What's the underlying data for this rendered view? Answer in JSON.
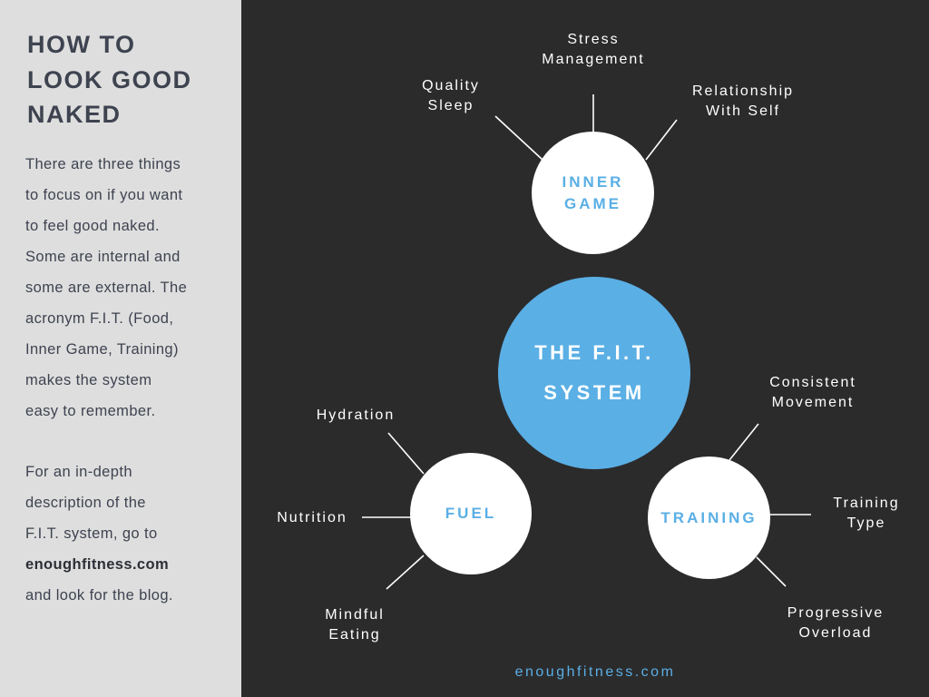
{
  "sidebar": {
    "title_lines": [
      "HOW TO",
      "LOOK GOOD",
      "NAKED"
    ],
    "intro_lines": [
      "There are three things",
      "to focus on if you want",
      "to feel good naked.",
      "Some are internal and",
      "some are external. The",
      "acronym F.I.T. (Food,",
      "Inner Game, Training)",
      "makes the system",
      "easy to remember."
    ],
    "cta_lines": [
      "For an in-depth",
      "description of the",
      "F.I.T. system, go to"
    ],
    "cta_link": "enoughfitness.com",
    "cta_end": "and look for the blog."
  },
  "diagram": {
    "center": {
      "line1": "THE F.I.T.",
      "line2": "SYSTEM"
    },
    "inner_game": {
      "line1": "INNER",
      "line2": "GAME",
      "quality_sleep": [
        "Quality",
        "Sleep"
      ],
      "stress_management": [
        "Stress",
        "Management"
      ],
      "relationship_with_self": [
        "Relationship",
        "With Self"
      ]
    },
    "fuel": {
      "label": "FUEL",
      "hydration": "Hydration",
      "nutrition": "Nutrition",
      "mindful_eating": [
        "Mindful",
        "Eating"
      ]
    },
    "training": {
      "label": "TRAINING",
      "consistent_movement": [
        "Consistent",
        "Movement"
      ],
      "training_type": [
        "Training",
        "Type"
      ],
      "progressive_overload": [
        "Progressive",
        "Overload"
      ]
    },
    "colors": {
      "accent": "#5aafe5",
      "background": "#2b2b2c",
      "sidebar": "#dedede",
      "text_dark": "#3e4350"
    }
  },
  "footer": {
    "url": "enoughfitness.com"
  }
}
